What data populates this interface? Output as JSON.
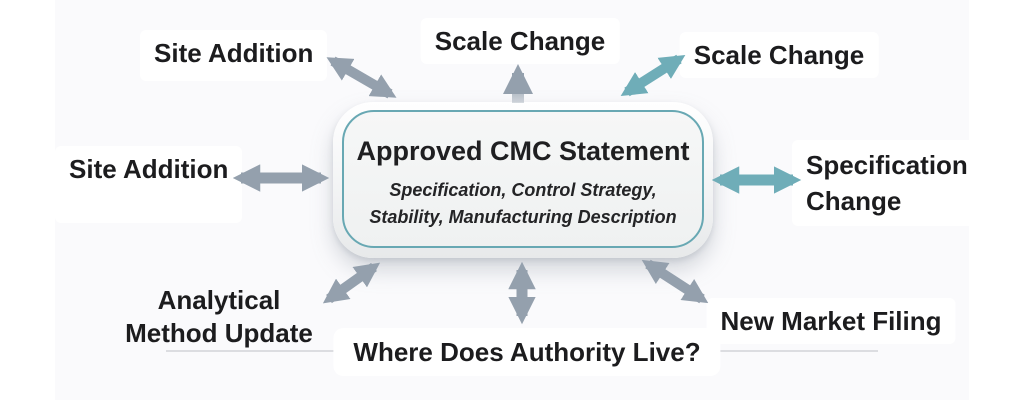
{
  "center_box": {
    "title": "Approved CMC Statement",
    "subtitle_line1": "Specification, Control Strategy,",
    "subtitle_line2": "Stability, Manufacturing Description"
  },
  "spokes": {
    "top_left": "Site Addition",
    "top_center": "Scale Change",
    "top_right": "Scale Change",
    "left": "Site Addition",
    "right": "Specification Change",
    "bottom_left": "Analytical Method Update",
    "bottom_right": "New Market Filing"
  },
  "footer": {
    "question": "Where Does Authority Live?"
  },
  "colors": {
    "arrow_gray": "#94a0ad",
    "arrow_teal": "#6fadb8",
    "box_border_teal": "#68a8b3",
    "divider": "#dcdde1",
    "background_main": "#fafafc",
    "background_margin": "#ffffff"
  }
}
